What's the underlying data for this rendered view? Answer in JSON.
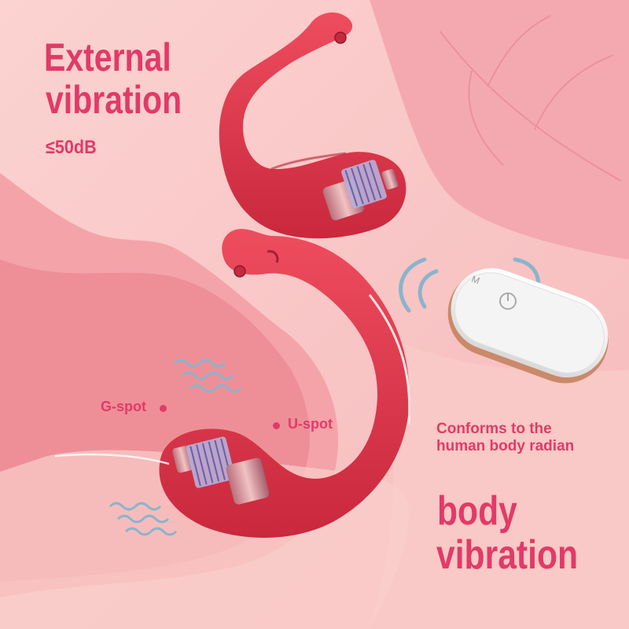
{
  "headline_top": {
    "line1": "External",
    "line2": "vibration",
    "noise": "≤50dB"
  },
  "headline_bottom": {
    "line1": "body",
    "line2": "vibration"
  },
  "labels": {
    "g_spot": "G-spot",
    "u_spot": "U-spot"
  },
  "caption": {
    "line1": "Conforms to the",
    "line2": "human body radian"
  },
  "colors": {
    "accent": "#e23a68",
    "device": "#e0354a",
    "background": "#f7c4c4",
    "remote": "#f4f4f4",
    "remote_trim": "#c98a6a",
    "signal": "#8ab4cc"
  }
}
